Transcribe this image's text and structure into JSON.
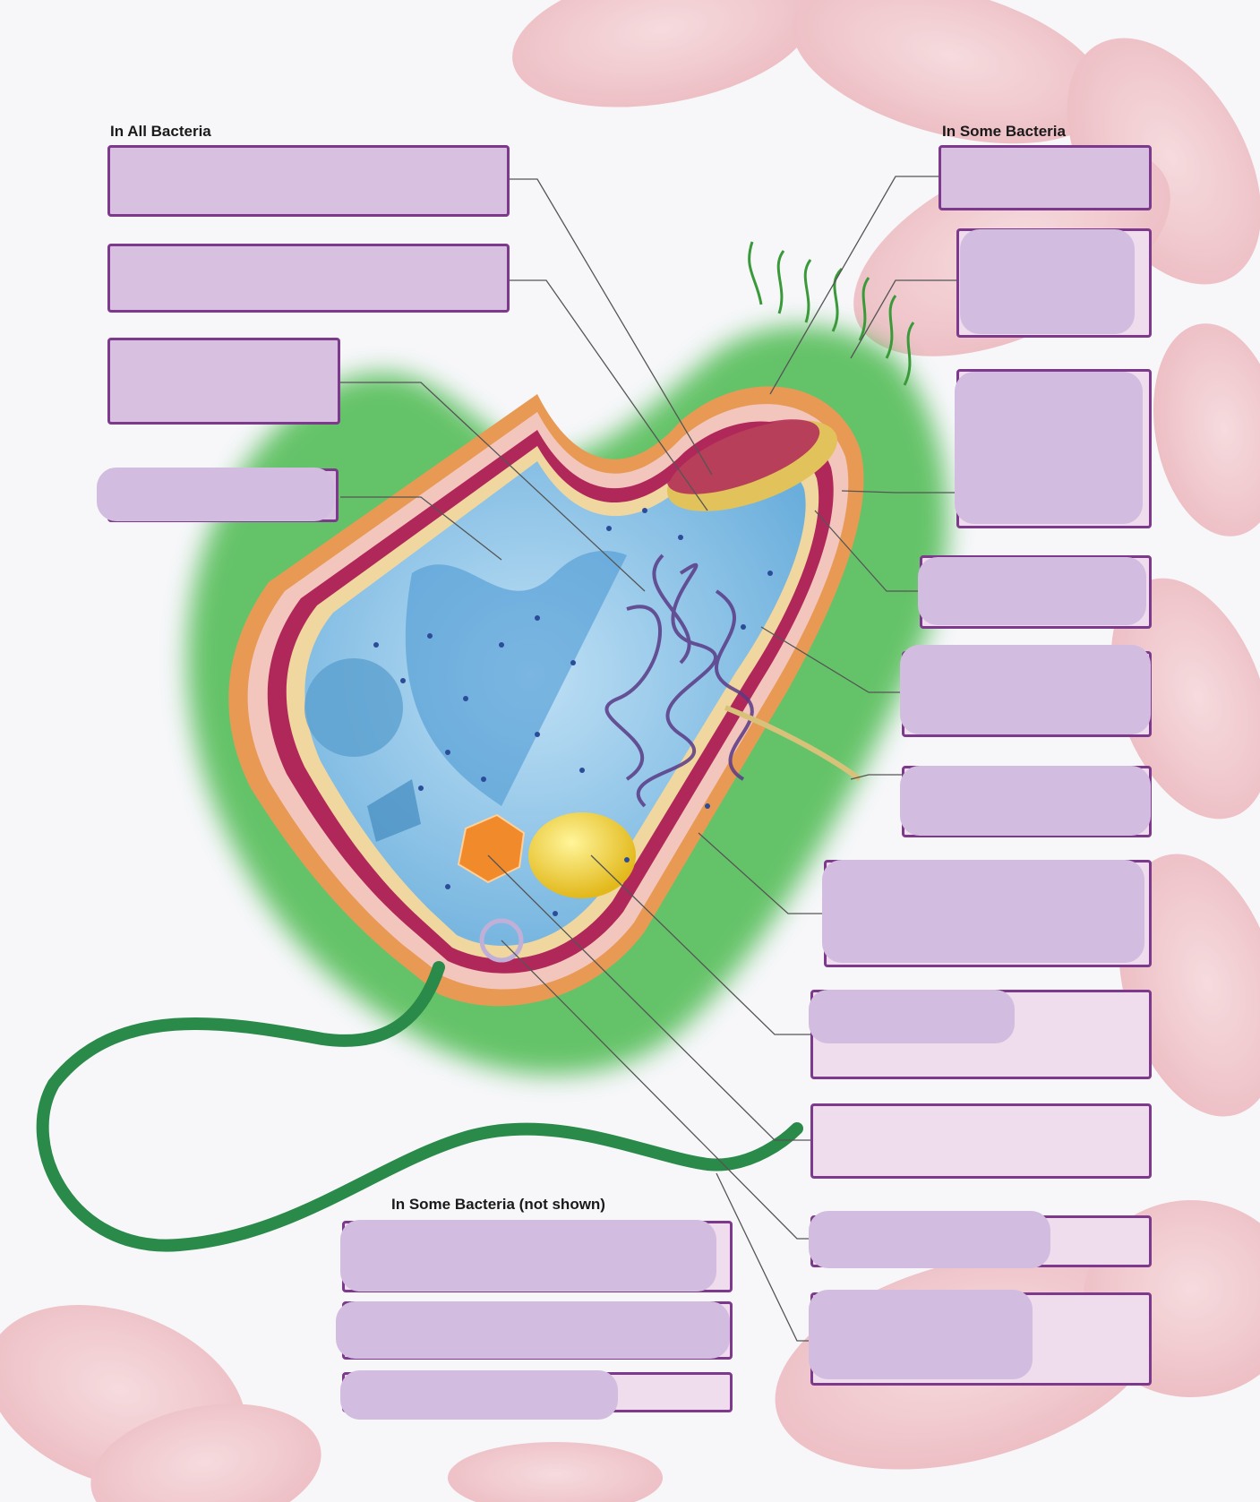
{
  "headings": {
    "all_bacteria": "In All Bacteria",
    "some_bacteria": "In Some Bacteria",
    "some_bacteria_not_shown": "In Some Bacteria (not shown)"
  },
  "colors": {
    "label_border": "#7d3a8c",
    "label_fill": "#d8c0e0",
    "label_fill_pale": "#efdcec",
    "capsule_green": "#45b54a",
    "cytoplasm_blue": "#6aaedc",
    "cell_wall_magenta": "#b0285a",
    "flagellum_green": "#2a8a4a",
    "background_cells_pink": "#f2c4c8"
  },
  "label_boxes": {
    "all_bacteria": 4,
    "some_bacteria": 11,
    "some_bacteria_not_shown": 3
  }
}
